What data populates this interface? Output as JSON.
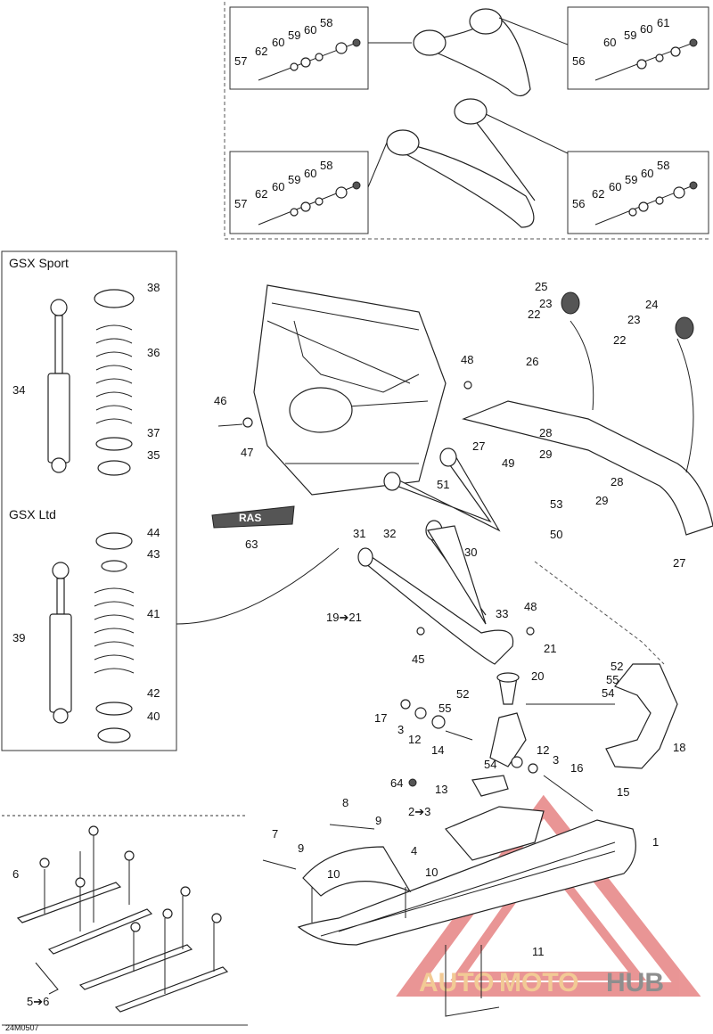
{
  "panels": {
    "sport_title": "GSX Sport",
    "ltd_title": "GSX Ltd"
  },
  "reference": "24M0507",
  "emblem_text": "RAS",
  "watermark": {
    "part1": "AUTO",
    "part2": "MOTO",
    "part3": "HUB",
    "color_accent": "#e8a040",
    "color_red": "#d84040",
    "color_dark": "#333333"
  },
  "callouts": {
    "c57a": "57",
    "c62a": "62",
    "c60a": "60",
    "c59a": "59",
    "c60b": "60",
    "c58a": "58",
    "c56a": "56",
    "c60c": "60",
    "c59b": "59",
    "c60d": "60",
    "c61": "61",
    "c57b": "57",
    "c62b": "62",
    "c60e": "60",
    "c59c": "59",
    "c60f": "60",
    "c58b": "58",
    "c56b": "56",
    "c62c": "62",
    "c60g": "60",
    "c59d": "59",
    "c60h": "60",
    "c58c": "58",
    "c38": "38",
    "c36": "36",
    "c34": "34",
    "c37": "37",
    "c35": "35",
    "c44": "44",
    "c43": "43",
    "c41": "41",
    "c39": "39",
    "c42": "42",
    "c40": "40",
    "c25": "25",
    "c23a": "23",
    "c22a": "22",
    "c24": "24",
    "c23b": "23",
    "c22b": "22",
    "c26": "26",
    "c48a": "48",
    "c46": "46",
    "c47": "47",
    "c27a": "27",
    "c28a": "28",
    "c29a": "29",
    "c28b": "28",
    "c29b": "29",
    "c49": "49",
    "c51": "51",
    "c53": "53",
    "c63": "63",
    "c31": "31",
    "c32": "32",
    "c30": "30",
    "c50": "50",
    "c27b": "27",
    "c33": "33",
    "c1921": "19➔21",
    "c48b": "48",
    "c21": "21",
    "c45": "45",
    "c52a": "52",
    "c55a": "55",
    "c54a": "54",
    "c20": "20",
    "c52b": "52",
    "c55b": "55",
    "c17": "17",
    "c3a": "3",
    "c12a": "12",
    "c14": "14",
    "c18": "18",
    "c12b": "12",
    "c3b": "3",
    "c16": "16",
    "c54b": "54",
    "c64": "64",
    "c13": "13",
    "c15": "15",
    "c8": "8",
    "c23": "2➔3",
    "c9a": "9",
    "c7": "7",
    "c9b": "9",
    "c4": "4",
    "c10a": "10",
    "c10b": "10",
    "c1": "1",
    "c6": "6",
    "c11": "11",
    "c56c": "5➔6"
  }
}
